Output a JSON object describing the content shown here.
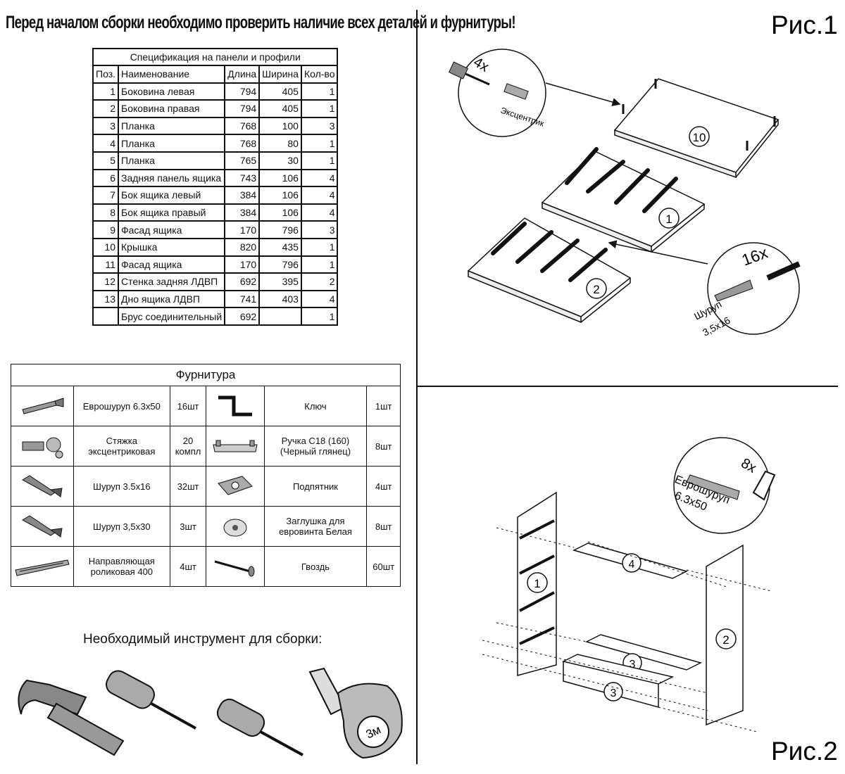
{
  "header": {
    "title": "Перед началом сборки необходимо проверить наличие всех деталей и фурнитуры!"
  },
  "spec": {
    "caption": "Спецификация на панели и профили",
    "columns": [
      "Поз.",
      "Наименование",
      "Длина",
      "Ширина",
      "Кол-во"
    ],
    "rows": [
      [
        "1",
        "Боковина левая",
        "794",
        "405",
        "1"
      ],
      [
        "2",
        "Боковина правая",
        "794",
        "405",
        "1"
      ],
      [
        "3",
        "Планка",
        "768",
        "100",
        "3"
      ],
      [
        "4",
        "Планка",
        "768",
        "80",
        "1"
      ],
      [
        "5",
        "Планка",
        "765",
        "30",
        "1"
      ],
      [
        "6",
        "Задняя панель ящика",
        "743",
        "106",
        "4"
      ],
      [
        "7",
        "Бок ящика левый",
        "384",
        "106",
        "4"
      ],
      [
        "8",
        "Бок ящика правый",
        "384",
        "106",
        "4"
      ],
      [
        "9",
        "Фасад ящика",
        "170",
        "796",
        "3"
      ],
      [
        "10",
        "Крышка",
        "820",
        "435",
        "1"
      ],
      [
        "11",
        "Фасад ящика",
        "170",
        "796",
        "1"
      ],
      [
        "12",
        "Стенка задняя ЛДВП",
        "692",
        "395",
        "2"
      ],
      [
        "13",
        "Дно ящика ЛДВП",
        "741",
        "403",
        "4"
      ],
      [
        "",
        "Брус соединительный",
        "692",
        "",
        "1"
      ]
    ]
  },
  "hardware": {
    "caption": "Фурнитура",
    "rows": [
      {
        "l_icon": "euro-screw-icon",
        "l_name": "Еврошуруп 6.3х50",
        "l_qty": "16шт",
        "r_icon": "hex-key-icon",
        "r_name": "Ключ",
        "r_qty": "1шт"
      },
      {
        "l_icon": "eccentric-tie-icon",
        "l_name": "Стяжка эксцентриковая",
        "l_qty": "20 компл",
        "r_icon": "handle-icon",
        "r_name": "Ручка С18 (160) (Черный глянец)",
        "r_qty": "8шт"
      },
      {
        "l_icon": "screw-icon",
        "l_name": "Шуруп 3.5х16",
        "l_qty": "32шт",
        "r_icon": "foot-pad-icon",
        "r_name": "Подпятник",
        "r_qty": "4шт"
      },
      {
        "l_icon": "screw-icon",
        "l_name": "Шуруп 3,5х30",
        "l_qty": "3шт",
        "r_icon": "cap-plug-icon",
        "r_name": "Заглушка для евровинта Белая",
        "r_qty": "8шт"
      },
      {
        "l_icon": "roller-guide-icon",
        "l_name": "Направляющая роликовая 400",
        "l_qty": "4шт",
        "r_icon": "nail-icon",
        "r_name": "Гвоздь",
        "r_qty": "60шт"
      }
    ]
  },
  "tools": {
    "title": "Необходимый инструмент для сборки:",
    "tape_label": "3м"
  },
  "fig1": {
    "label": "Рис.1",
    "eccentric_count": "4x",
    "eccentric_label": "Эксцентрик",
    "screw_count": "16x",
    "screw_label_1": "Шуруп",
    "screw_label_2": "3,5х16",
    "part_top": "10",
    "part_mid": "1",
    "part_bot": "2"
  },
  "fig2": {
    "label": "Рис.2",
    "screw_count": "8x",
    "screw_label_1": "Еврошуруп",
    "screw_label_2": "6.3х50",
    "part_left": "1",
    "part_right": "2",
    "part_top": "4",
    "part_mid": "3",
    "part_bot": "3"
  }
}
